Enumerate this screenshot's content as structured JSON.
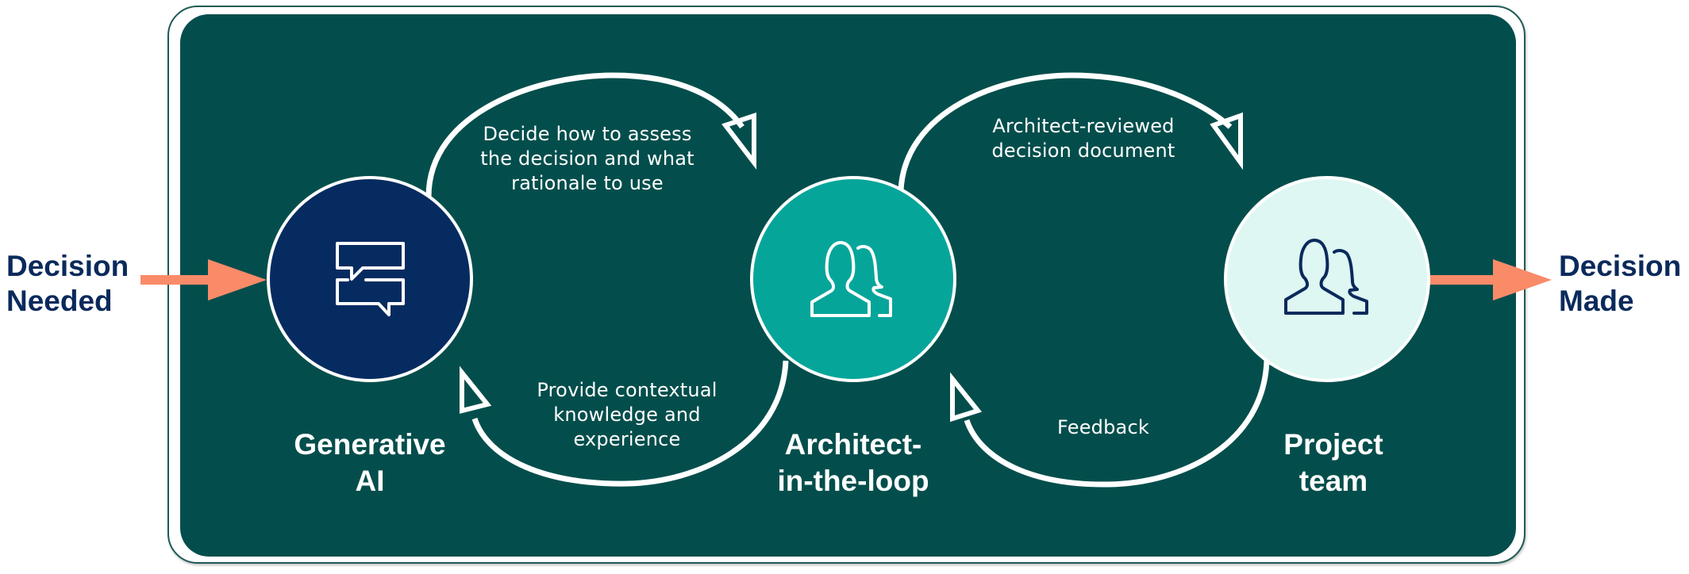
{
  "diagram": {
    "type": "process-flow",
    "colors": {
      "panel_background": "#034e4c",
      "input_output_arrow": "#f98b69",
      "side_label_text": "#0a2a5c",
      "generative_ai_node": "#052b60",
      "architect_node": "#06a59a",
      "project_team_node": "#def7f3",
      "connector": "#ffffff"
    },
    "input": {
      "label_line1": "Decision",
      "label_line2": "Needed"
    },
    "output": {
      "label_line1": "Decision",
      "label_line2": "Made"
    },
    "nodes": [
      {
        "id": "generative-ai",
        "label_line1": "Generative",
        "label_line2": "AI",
        "icon": "chat-bubbles-icon"
      },
      {
        "id": "architect-in-the-loop",
        "label_line1": "Architect-",
        "label_line2": "in-the-loop",
        "icon": "people-icon"
      },
      {
        "id": "project-team",
        "label_line1": "Project",
        "label_line2": "team",
        "icon": "people-icon"
      }
    ],
    "flows": [
      {
        "from": "generative-ai",
        "to": "architect-in-the-loop",
        "lines": [
          "Decide how to assess",
          "the decision and what",
          "rationale to use"
        ]
      },
      {
        "from": "architect-in-the-loop",
        "to": "generative-ai",
        "lines": [
          "Provide contextual",
          "knowledge and",
          "experience"
        ]
      },
      {
        "from": "architect-in-the-loop",
        "to": "project-team",
        "lines": [
          "Architect-reviewed",
          "decision document"
        ]
      },
      {
        "from": "project-team",
        "to": "architect-in-the-loop",
        "lines": [
          "Feedback"
        ]
      }
    ]
  }
}
